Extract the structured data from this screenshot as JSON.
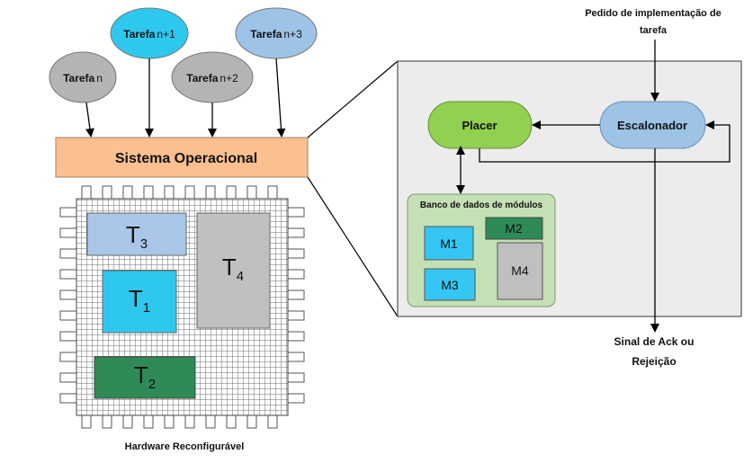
{
  "tasks": [
    {
      "label": "Tarefa",
      "index": "n"
    },
    {
      "label": "Tarefa",
      "index": "n+1"
    },
    {
      "label": "Tarefa",
      "index": "n+2"
    },
    {
      "label": "Tarefa",
      "index": "n+3"
    }
  ],
  "os_label": "Sistema Operacional",
  "fpga": {
    "caption": "Hardware Reconfigurável",
    "regions": [
      {
        "main": "T",
        "sub": "3"
      },
      {
        "main": "T",
        "sub": "4"
      },
      {
        "main": "T",
        "sub": "1"
      },
      {
        "main": "T",
        "sub": "2"
      }
    ]
  },
  "detail": {
    "placer": "Placer",
    "scheduler": "Escalonador",
    "request_line1": "Pedido de implementação de",
    "request_line2": "tarefa",
    "output_line1": "Sinal de Ack ou",
    "output_line2": "Rejeição",
    "db_title": "Banco de dados de módulos",
    "modules": [
      "M1",
      "M2",
      "M3",
      "M4"
    ]
  },
  "colors": {
    "task_gray": "#b4b4b4",
    "task_cyan": "#2ec8ee",
    "task_light_blue": "#9dc3e6",
    "os_box": "#fac090",
    "placer": "#92d050",
    "scheduler": "#9dc3e6",
    "panel": "#ececec",
    "db_box": "#c5e0b4",
    "module_cyan": "#35c6f4",
    "module_green": "#2e8b57",
    "module_gray": "#bfbfbf",
    "t3": "#a9c6e8",
    "t1": "#2ec8ee",
    "t2": "#2e8b57",
    "t4": "#c0c0c0"
  }
}
